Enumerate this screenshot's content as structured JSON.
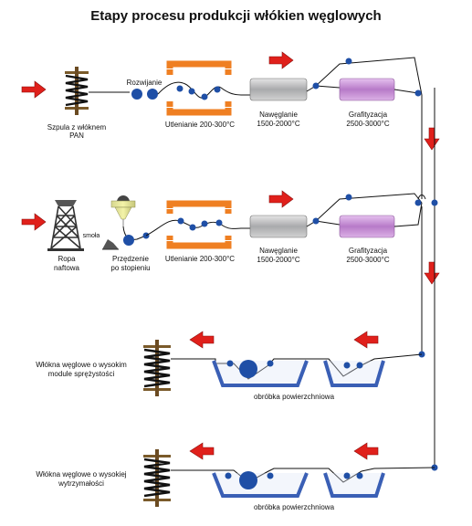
{
  "title": "Etapy procesu produkcji włókien węglowych",
  "row1": {
    "rozwijanie": "Rozwijanie",
    "szpula_line1": "Szpula z włóknem",
    "szpula_line2": "PAN",
    "utlenianie": "Utlenianie 200-300°C",
    "naweglanie_line1": "Nawęglanie",
    "naweglanie_line2": "1500-2000°C",
    "grafityzacja_line1": "Grafityzacja",
    "grafityzacja_line2": "2500-3000°C"
  },
  "row2": {
    "smola": "smoła",
    "ropa_line1": "Ropa",
    "ropa_line2": "naftowa",
    "przedzenie_line1": "Przędzenie",
    "przedzenie_line2": "po stopieniu",
    "utlenianie": "Utlenianie 200-300°C",
    "naweglanie_line1": "Nawęglanie",
    "naweglanie_line2": "1500-2000°C",
    "grafityzacja_line1": "Grafityzacja",
    "grafityzacja_line2": "2500-3000°C"
  },
  "row3": {
    "product_line1": "Włókna węglowe o wysokim",
    "product_line2": "module sprężystości",
    "treatment": "obróbka powierzchniowa"
  },
  "row4": {
    "product_line1": "Włókna węglowe o wysokiej",
    "product_line2": "wytrzymałości",
    "treatment": "obróbka powierzchniowa"
  },
  "colors": {
    "arrow": "#e0201b",
    "furnace": "#ef7f22",
    "roller": "#1f4fa6",
    "carbonizer": "#b5b6b8",
    "graphitizer": "#c58fd3",
    "bath": "#3a5fb5",
    "spool": "#7a5a2a"
  }
}
